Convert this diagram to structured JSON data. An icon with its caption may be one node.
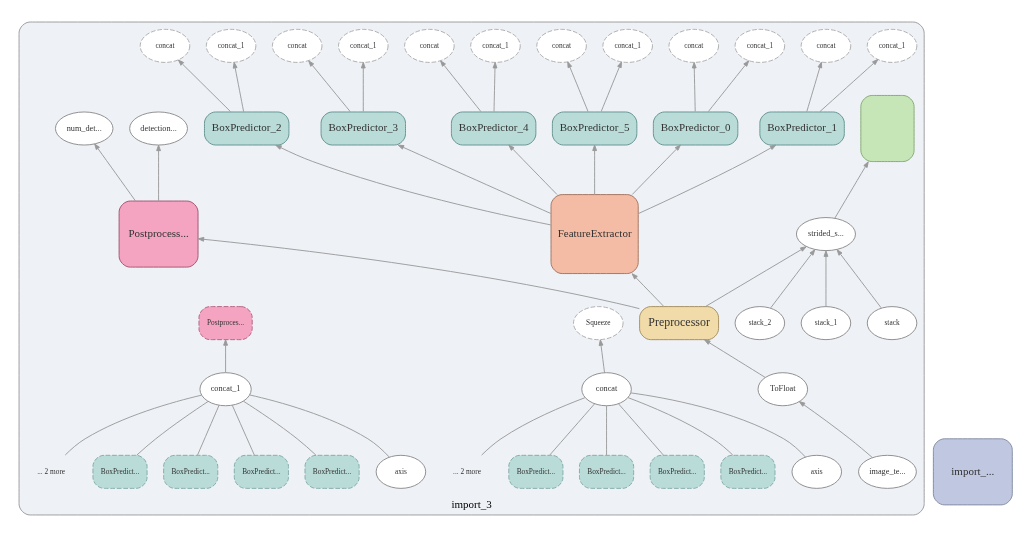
{
  "diagram": {
    "nodes": [
      {
        "text": [
          "import_3"
        ]
      },
      {
        "text": [
          "detection..."
        ],
        "in": 0
      },
      {
        "text": [
          "num_det..."
        ],
        "in": 0
      },
      {
        "text": [
          "Postprocess..."
        ],
        "in": 0
      },
      {
        "text": [],
        "shape": "box",
        "in": 0
      },
      {
        "text": [
          "stack"
        ],
        "in": 0
      },
      {
        "text": [
          "stack_1"
        ],
        "in": 0
      },
      {
        "text": [
          "stack_2"
        ],
        "in": 0
      },
      {
        "text": [
          "strided_s..."
        ],
        "in": 0
      },
      {
        "text": [
          "BoxPredictor_0"
        ],
        "in": 0
      },
      {
        "text": [
          "BoxPredictor_1"
        ],
        "in": 0
      },
      {
        "text": [
          "BoxPredictor_2"
        ],
        "in": 0
      },
      {
        "text": [
          "BoxPredictor_3"
        ],
        "in": 0
      },
      {
        "text": [
          "BoxPredictor_4"
        ],
        "in": 0
      },
      {
        "text": [
          "BoxPredictor_5"
        ],
        "in": 0
      },
      {
        "text": [
          "concat"
        ],
        "in": 0
      },
      {
        "text": [
          "concat_1"
        ],
        "in": 0
      },
      {
        "text": [
          "concat"
        ],
        "in": 0
      },
      {
        "text": [
          "concat_1"
        ],
        "in": 0
      },
      {
        "text": [
          "concat"
        ],
        "in": 0
      },
      {
        "text": [
          "concat_1"
        ],
        "in": 0
      },
      {
        "text": [
          "concat"
        ],
        "in": 0
      },
      {
        "text": [
          "concat_1"
        ],
        "in": 0
      },
      {
        "text": [
          "concat"
        ],
        "in": 0
      },
      {
        "text": [
          "concat_1"
        ],
        "in": 0
      },
      {
        "text": [
          "concat"
        ],
        "in": 0
      },
      {
        "text": [
          "concat_1"
        ],
        "in": 0
      },
      {
        "text": [
          "FeatureExtractor"
        ],
        "in": 0
      },
      {
        "text": [
          "Preprocessor"
        ],
        "in": 0
      },
      {
        "text": [
          "ToFloat"
        ],
        "in": 0
      },
      {
        "text": [
          "image_te..."
        ],
        "in": 0
      },
      {
        "text": [
          "axis"
        ],
        "in": 0
      },
      {
        "text": [
          "BoxPredict..."
        ],
        "in": 0
      },
      {
        "text": [
          "BoxPredict..."
        ],
        "in": 0
      },
      {
        "text": [
          "BoxPredict..."
        ],
        "in": 0
      },
      {
        "text": [
          "BoxPredict..."
        ],
        "in": 0
      },
      {
        "text": [
          "... 2 more"
        ],
        "in": 0
      },
      {
        "text": [
          "concat"
        ],
        "in": 0
      },
      {
        "text": [
          "Squeeze"
        ],
        "in": 0
      },
      {
        "text": [
          "axis"
        ],
        "in": 0
      },
      {
        "text": [
          "BoxPredict..."
        ],
        "in": 0
      },
      {
        "text": [
          "BoxPredict..."
        ],
        "in": 0
      },
      {
        "text": [
          "BoxPredict..."
        ],
        "in": 0
      },
      {
        "text": [
          "BoxPredict..."
        ],
        "in": 0
      },
      {
        "text": [
          "... 2 more"
        ],
        "in": 0
      },
      {
        "text": [
          "concat_1"
        ],
        "in": 0
      },
      {
        "text": [
          "Postproces..."
        ],
        "in": 0
      },
      {
        "text": [
          "import_..."
        ]
      }
    ],
    "edges": [
      {
        "from": 3,
        "to": 1,
        "arrow": "to"
      },
      {
        "from": 3,
        "to": 2,
        "arrow": "to"
      },
      {
        "from": 28,
        "to": 3,
        "arrow": "to"
      },
      {
        "from": 8,
        "to": 4,
        "arrow": "to"
      },
      {
        "from": 5,
        "to": 8,
        "arrow": "to"
      },
      {
        "from": 6,
        "to": 8,
        "arrow": "to"
      },
      {
        "from": 7,
        "to": 8,
        "arrow": "to"
      },
      {
        "from": 28,
        "to": 8,
        "arrow": "to"
      },
      {
        "from": 27,
        "to": 9,
        "arrow": "to"
      },
      {
        "from": 27,
        "to": 10,
        "arrow": "to"
      },
      {
        "from": 27,
        "to": 11,
        "arrow": "to"
      },
      {
        "from": 27,
        "to": 12,
        "arrow": "to"
      },
      {
        "from": 27,
        "to": 13,
        "arrow": "to"
      },
      {
        "from": 27,
        "to": 14,
        "arrow": "to"
      },
      {
        "from": 9,
        "to": 15,
        "arrow": "to"
      },
      {
        "from": 9,
        "to": 16,
        "arrow": "to"
      },
      {
        "from": 10,
        "to": 17,
        "arrow": "to"
      },
      {
        "from": 10,
        "to": 18,
        "arrow": "to"
      },
      {
        "from": 11,
        "to": 19,
        "arrow": "to"
      },
      {
        "from": 11,
        "to": 20,
        "arrow": "to"
      },
      {
        "from": 12,
        "to": 21,
        "arrow": "to"
      },
      {
        "from": 12,
        "to": 22,
        "arrow": "to"
      },
      {
        "from": 13,
        "to": 23,
        "arrow": "to"
      },
      {
        "from": 13,
        "to": 24,
        "arrow": "to"
      },
      {
        "from": 14,
        "to": 25,
        "arrow": "to"
      },
      {
        "from": 14,
        "to": 26,
        "arrow": "to"
      },
      {
        "from": 28,
        "to": 27,
        "arrow": "to"
      },
      {
        "from": 29,
        "to": 28,
        "arrow": "to"
      },
      {
        "from": 30,
        "to": 29,
        "arrow": "to"
      },
      {
        "from": 31,
        "to": 37,
        "arrow": "none"
      },
      {
        "from": 32,
        "to": 37,
        "arrow": "none"
      },
      {
        "from": 33,
        "to": 37,
        "arrow": "none"
      },
      {
        "from": 34,
        "to": 37,
        "arrow": "none"
      },
      {
        "from": 35,
        "to": 37,
        "arrow": "none"
      },
      {
        "from": 36,
        "to": 37,
        "arrow": "none"
      },
      {
        "from": 37,
        "to": 38,
        "arrow": "to"
      },
      {
        "from": 39,
        "to": 45,
        "arrow": "none"
      },
      {
        "from": 40,
        "to": 45,
        "arrow": "none"
      },
      {
        "from": 41,
        "to": 45,
        "arrow": "none"
      },
      {
        "from": 42,
        "to": 45,
        "arrow": "none"
      },
      {
        "from": 43,
        "to": 45,
        "arrow": "none"
      },
      {
        "from": 44,
        "to": 45,
        "arrow": "none"
      },
      {
        "from": 45,
        "to": 46,
        "arrow": "to"
      }
    ]
  }
}
